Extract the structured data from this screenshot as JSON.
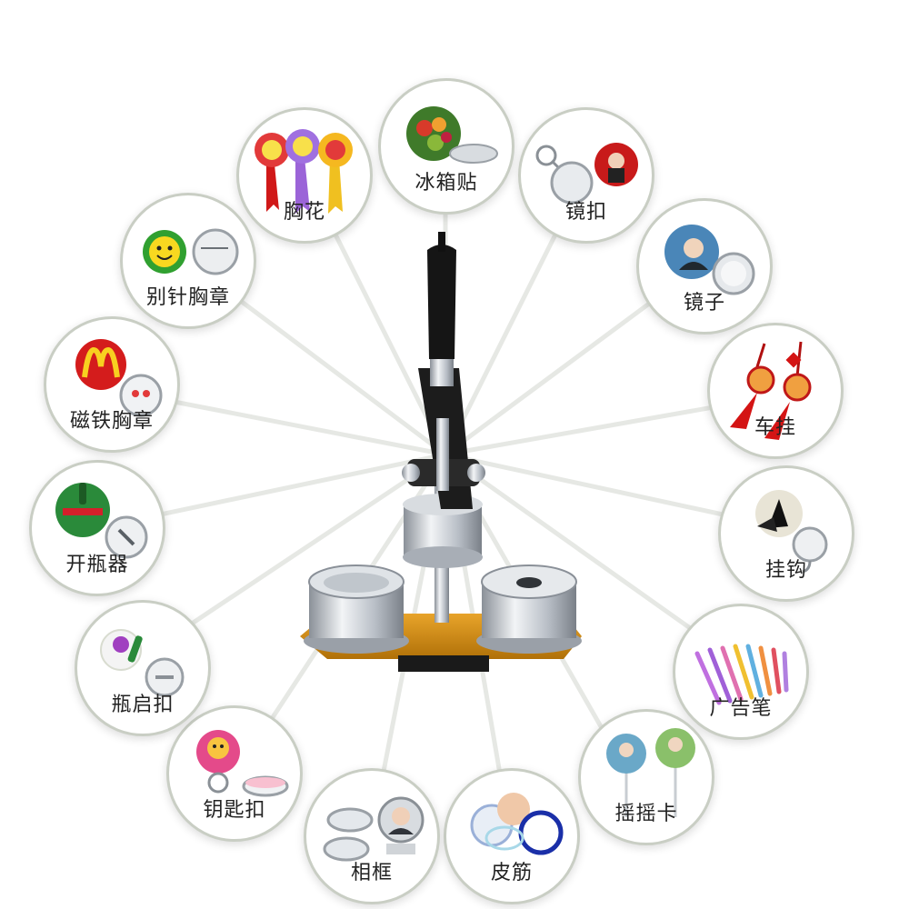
{
  "products": [
    {
      "id": "corsage",
      "label": "胸花",
      "icon": "rosette-icon"
    },
    {
      "id": "fridge-magnet",
      "label": "冰箱贴",
      "icon": "fridge-magnet-icon"
    },
    {
      "id": "mirror-keychain",
      "label": "镜扣",
      "icon": "mirror-keychain-icon"
    },
    {
      "id": "mirror",
      "label": "镜子",
      "icon": "pocket-mirror-icon"
    },
    {
      "id": "car-hanging",
      "label": "车挂",
      "icon": "tassel-ornament-icon"
    },
    {
      "id": "hook",
      "label": "挂钩",
      "icon": "hook-icon"
    },
    {
      "id": "ad-pen",
      "label": "广告笔",
      "icon": "pens-icon"
    },
    {
      "id": "shake-card",
      "label": "摇摇卡",
      "icon": "fan-card-icon"
    },
    {
      "id": "rubber-band",
      "label": "皮筋",
      "icon": "hair-tie-icon"
    },
    {
      "id": "photo-frame",
      "label": "相框",
      "icon": "photo-frame-icon"
    },
    {
      "id": "keychain",
      "label": "钥匙扣",
      "icon": "keychain-icon"
    },
    {
      "id": "bottle-opener-buckle",
      "label": "瓶启扣",
      "icon": "bottle-opener-keychain-icon"
    },
    {
      "id": "bottle-opener",
      "label": "开瓶器",
      "icon": "bottle-opener-icon"
    },
    {
      "id": "magnetic-badge",
      "label": "磁铁胸章",
      "icon": "magnet-badge-icon"
    },
    {
      "id": "pin-badge",
      "label": "别针胸章",
      "icon": "pin-badge-icon"
    }
  ],
  "machine": {
    "icon": "button-press-machine-icon"
  },
  "colors": {
    "bubble_border": "#c9cec4",
    "machine_base": "#c98a10",
    "handle": "#151515",
    "chrome": "#cfd3d8"
  }
}
